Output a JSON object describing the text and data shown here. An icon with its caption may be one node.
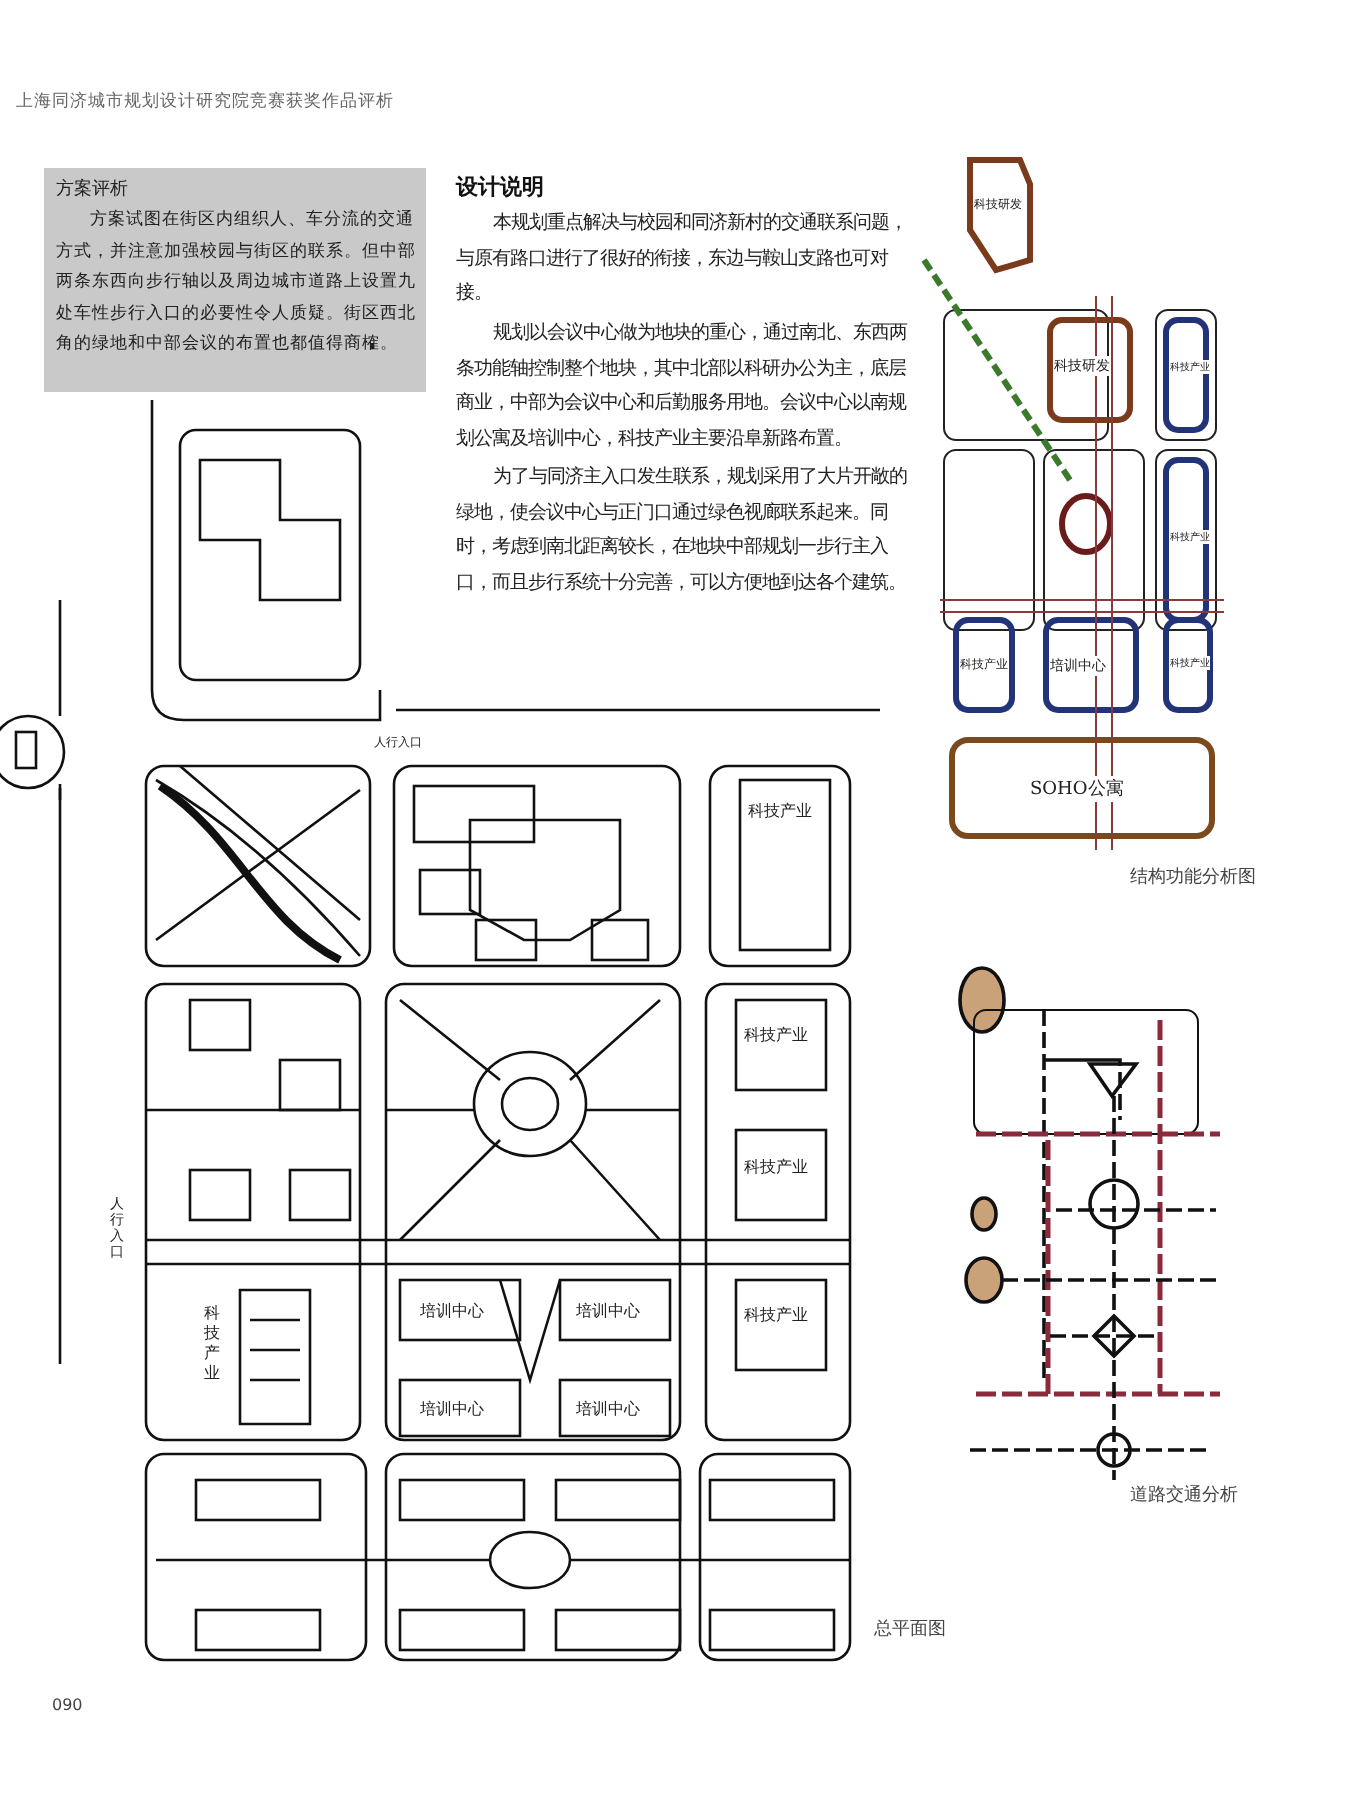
{
  "diagram": {
    "labels": [
      "上海同济城市规划设计研究院竞赛获奖作品评析",
      "方案评析",
      "方案试图在街区内组织人、车分流的交通方式，并注意加强校园与街区的联系。但中部两条东西向步行轴以及周边城市道路上设置九处车性步行入口的必要性令人质疑。街区西北角的绿地和中部会议的布置也都值得商榷。",
      "设计说明",
      "本规划重点解决与校园和同济新村的交通联系问题，与原有路口进行了很好的衔接，东边与鞍山支路也可对接。",
      "规划以会议中心做为地块的重心，通过南北、东西两条功能轴控制整个地块，其中北部以科研办公为主，底层商业，中部为会议中心和后勤服务用地。会议中心以南规划公寓及培训中心，科技产业主要沿阜新路布置。",
      "为了与同济主入口发生联系，规划采用了大片开敞的绿地，使会议中心与正门口通过绿色视廊联系起来。同时，考虑到南北距离较长，在地块中部规划一步行主入口，而且步行系统十分完善，可以方便地到达各个建筑。",
      "科技研发",
      "科技研发",
      "科技产业",
      "科技产业",
      "科技产业",
      "培训中心",
      "科技产业",
      "SOHO公寓",
      "结构功能分析图",
      "道路交通分析",
      "人行入口",
      "科技产业",
      "科技产业",
      "科技产业",
      "人行入口",
      "科技产业",
      "培训中心",
      "培训中心",
      "科技产业",
      "培训中心",
      "培训中心",
      "总平面图",
      "090"
    ]
  }
}
